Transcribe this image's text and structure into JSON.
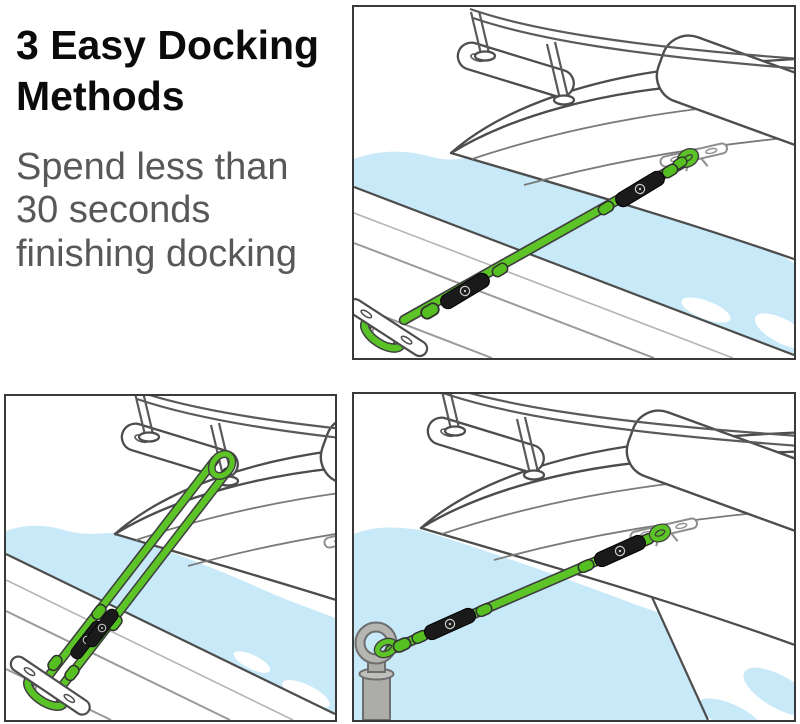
{
  "header": {
    "title": "3 Easy Docking\nMethods",
    "subtitle": "Spend less than\n30 seconds\nfinishing docking"
  },
  "colors": {
    "accent-green": "#5CC426",
    "accent-green-dark": "#3F3F3F",
    "water-blue": "#C7E9F8",
    "float-black": "#1A1A1A",
    "panel-border": "#3A3A3A",
    "text-gray": "#58585A",
    "metal-gray": "#ACACA9"
  },
  "icons": {
    "panel1": "bungee-line-boat-cleat-to-dock-cleat-illustration",
    "panel2": "bungee-line-looped-over-rail-to-dock-cleat-illustration",
    "panel3": "bungee-line-boat-cleat-to-mooring-ring-illustration"
  }
}
